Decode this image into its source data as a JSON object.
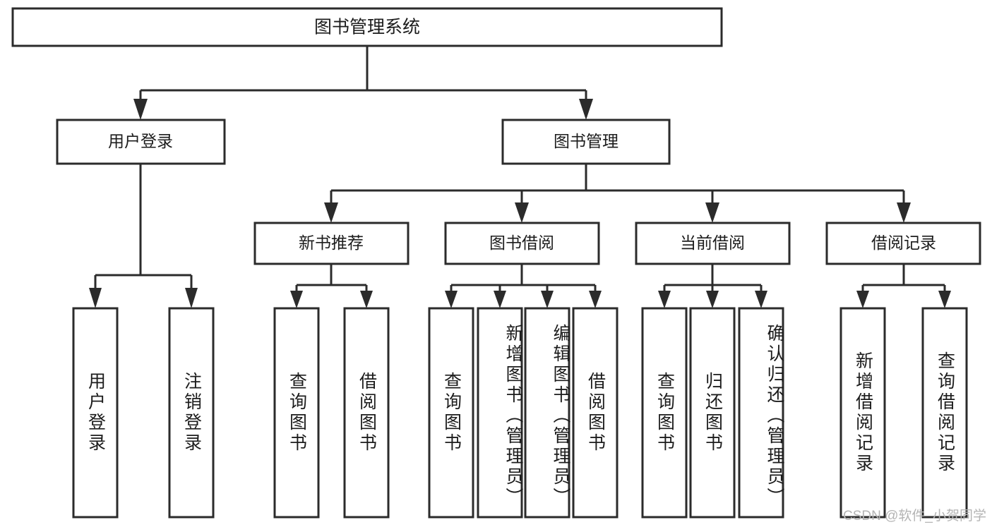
{
  "diagram": {
    "title_node": {
      "label": "图书管理系统"
    },
    "level2": [
      {
        "id": "user-login",
        "label": "用户登录"
      },
      {
        "id": "book-management",
        "label": "图书管理"
      }
    ],
    "level3": [
      {
        "id": "new-book-recommend",
        "label": "新书推荐"
      },
      {
        "id": "book-borrow",
        "label": "图书借阅"
      },
      {
        "id": "current-borrow",
        "label": "当前借阅"
      },
      {
        "id": "borrow-record",
        "label": "借阅记录"
      }
    ],
    "leaves": [
      {
        "id": "leaf-user-login",
        "label": "用户登录",
        "parent": "user-login"
      },
      {
        "id": "leaf-logout-login",
        "label": "注销登录",
        "parent": "user-login"
      },
      {
        "id": "leaf-query-book-1",
        "label": "查询图书",
        "parent": "new-book-recommend"
      },
      {
        "id": "leaf-borrow-book-1",
        "label": "借阅图书",
        "parent": "new-book-recommend"
      },
      {
        "id": "leaf-query-book-2",
        "label": "查询图书",
        "parent": "book-borrow"
      },
      {
        "id": "leaf-add-book",
        "label": "新增图书（管理员）",
        "parent": "book-borrow"
      },
      {
        "id": "leaf-edit-book",
        "label": "编辑图书（管理员）",
        "parent": "book-borrow"
      },
      {
        "id": "leaf-borrow-book-2",
        "label": "借阅图书",
        "parent": "book-borrow"
      },
      {
        "id": "leaf-query-book-3",
        "label": "查询图书",
        "parent": "current-borrow"
      },
      {
        "id": "leaf-return-book",
        "label": "归还图书",
        "parent": "current-borrow"
      },
      {
        "id": "leaf-confirm-return",
        "label": "确认归还（管理员）",
        "parent": "current-borrow"
      },
      {
        "id": "leaf-add-record",
        "label": "新增借阅记录",
        "parent": "borrow-record"
      },
      {
        "id": "leaf-query-record",
        "label": "查询借阅记录",
        "parent": "borrow-record"
      }
    ],
    "colors": {
      "box_stroke": "#2b2b2b",
      "box_fill": "#ffffff",
      "text": "#1c1c1c",
      "watermark": "#b4b4b4",
      "background": "#ffffff"
    }
  },
  "watermark": {
    "text": "CSDN @软件_小贺同学"
  }
}
